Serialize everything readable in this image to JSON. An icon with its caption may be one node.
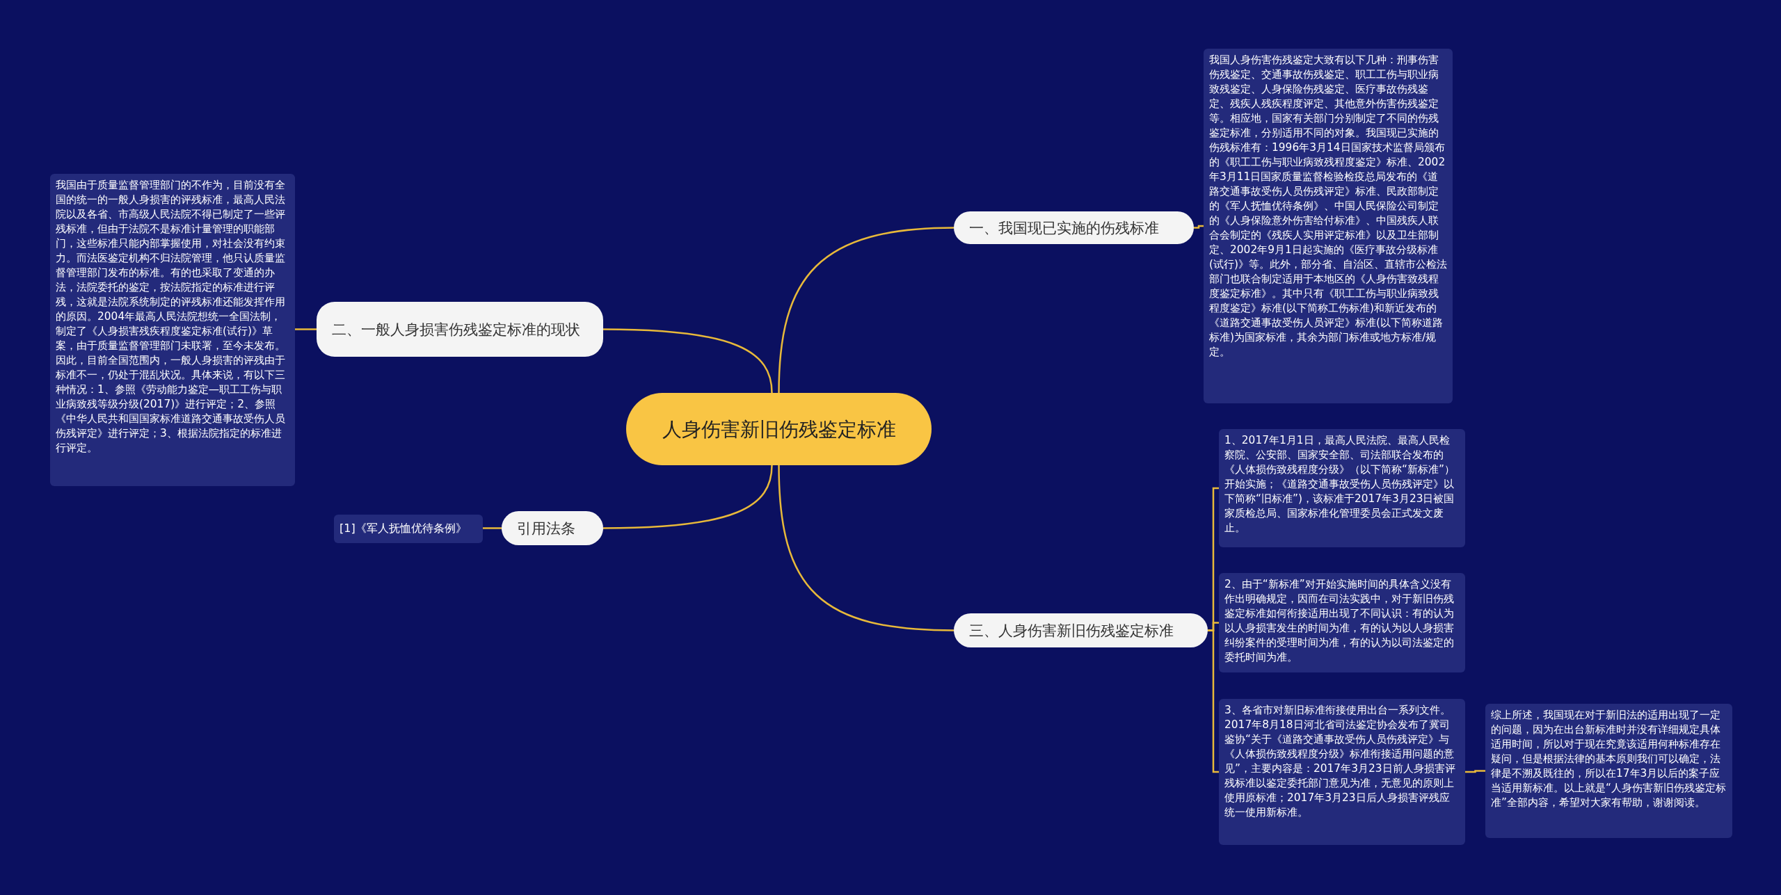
{
  "diagram": {
    "nodes": [
      {
        "text": [
          "人身伤害新旧伤残鉴定标准"
        ]
      },
      {
        "text": [
          "一、我国现已实施的伤残标准"
        ]
      },
      {
        "text": [
          "我国人身伤害伤残鉴定大致有以下几种：刑事伤害伤残鉴定、交通事故伤残鉴定、职工工伤与职业病致残鉴定、人身保险伤残鉴定、医疗事故伤残鉴定、残疾人残疾程度评定、其他意外伤害伤残鉴定等。相应地，国家有关部门分别制定了不同的伤残鉴定标准，分别适用不同的对象。我国现已实施的伤残标准有：1996年3月14日国家技术监督局颁布的《职工工伤与职业病致残程度鉴定》标准、2002年3月11日国家质量监督检验检疫总局发布的《道路交通事故受伤人员伤残评定》标准、民政部制定的《军人抚恤优待条例》、中国人民保险公司制定的《人身保险意外伤害给付标准》、中国残疾人联合会制定的《残疾人实用评定标准》以及卫生部制定、2002年9月1日起实施的《医疗事故分级标准(试行)》等。此外，部分省、自治区、直辖市公检法部门也联合制定适用于本地区的《人身伤害致残程度鉴定标准》。其中只有《职工工伤与职业病致残程度鉴定》标准(以下简称工伤标准)和新近发布的《道路交通事故受伤人员评定》标准(以下简称道路标准)为国家标准，其余为部门标准或地方标准/规定。"
        ]
      },
      {
        "text": [
          "二、一般人身损害伤残鉴定标准的现状"
        ]
      },
      {
        "text": [
          "我国由于质量监督管理部门的不作为，目前没有全国的统一的一般人身损害的评残标准，最高人民法院以及各省、市高级人民法院不得已制定了一些评残标准，但由于法院不是标准计量管理的职能部门，这些标准只能内部掌握使用，对社会没有约束力。而法医鉴定机构不归法院管理，他只认质量监督管理部门发布的标准。有的也采取了变通的办法，法院委托的鉴定，按法院指定的标准进行评残，这就是法院系统制定的评残标准还能发挥作用的原因。2004年最高人民法院想统一全国法制，制定了《人身损害残疾程度鉴定标准(试行)》草案，由于质量监督管理部门未联署，至今未发布。因此，目前全国范围内，一般人身损害的评残由于标准不一，仍处于混乱状况。具体来说，有以下三种情况：1、参照《劳动能力鉴定—职工工伤与职业病致残等级分级(2017)》进行评定；2、参照《中华人民共和国国家标准道路交通事故受伤人员伤残评定》进行评定；3、根据法院指定的标准进行评定。"
        ]
      },
      {
        "text": [
          "三、人身伤害新旧伤残鉴定标准"
        ]
      },
      {
        "text": [
          "1、2017年1月1日，最高人民法院、最高人民检察院、公安部、国家安全部、司法部联合发布的《人体损伤致残程度分级》（以下简称“新标准”）开始实施；《道路交通事故受伤人员伤残评定》以下简称“旧标准”)，该标准于2017年3月23日被国家质检总局、国家标准化管理委员会正式发文废止。"
        ]
      },
      {
        "text": [
          "2、由于“新标准”对开始实施时间的具体含义没有作出明确规定，因而在司法实践中，对于新旧伤残鉴定标准如何衔接适用出现了不同认识：有的认为以人身损害发生的时间为准，有的认为以人身损害纠纷案件的受理时间为准，有的认为以司法鉴定的委托时间为准。"
        ]
      },
      {
        "text": [
          "3、各省市对新旧标准衔接使用出台一系列文件。2017年8月18日河北省司法鉴定协会发布了冀司鉴协“关于《道路交通事故受伤人员伤残评定》与《人体损伤致残程度分级》标准衔接适用问题的意见”，主要内容是：2017年3月23日前人身损害评残标准以鉴定委托部门意见为准，无意见的原则上使用原标准；2017年3月23日后人身损害评残应统一使用新标准。"
        ]
      },
      {
        "text": [
          "综上所述，我国现在对于新旧法的适用出现了一定的问题，因为在出台新标准时并没有详细规定具体适用时间，所以对于现在究竟该适用何种标准存在疑问，但是根据法律的基本原则我们可以确定，法律是不溯及既往的，所以在17年3月以后的案子应当适用新标准。以上就是“人身伤害新旧伤残鉴定标准”全部内容，希望对大家有帮助，谢谢阅读。"
        ]
      },
      {
        "text": [
          "引用法条"
        ]
      },
      {
        "text": [
          "[1]《军人抚恤优待条例》"
        ]
      }
    ],
    "edges": [
      {
        "from": 0,
        "to": 1,
        "arrow": "none"
      },
      {
        "from": 1,
        "to": 2,
        "arrow": "none"
      },
      {
        "from": 0,
        "to": 3,
        "arrow": "none"
      },
      {
        "from": 3,
        "to": 4,
        "arrow": "none"
      },
      {
        "from": 0,
        "to": 5,
        "arrow": "none"
      },
      {
        "from": 5,
        "to": 6,
        "arrow": "none"
      },
      {
        "from": 5,
        "to": 7,
        "arrow": "none"
      },
      {
        "from": 5,
        "to": 8,
        "arrow": "none"
      },
      {
        "from": 8,
        "to": 9,
        "arrow": "none"
      },
      {
        "from": 0,
        "to": 10,
        "arrow": "none"
      },
      {
        "from": 10,
        "to": 11,
        "arrow": "none"
      }
    ]
  }
}
